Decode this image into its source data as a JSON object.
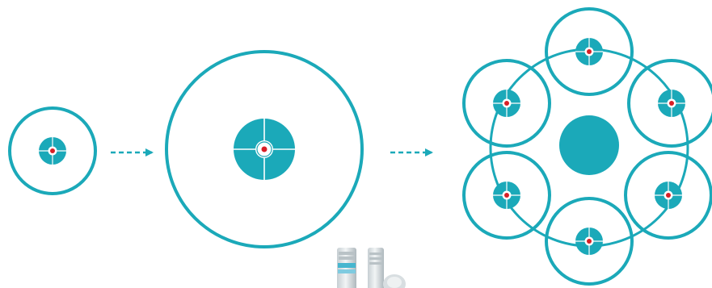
{
  "colors": {
    "teal": "#1ba9b9",
    "marker": "#d81f26",
    "background": "#ffffff",
    "equipment_light": "#e6eaec",
    "equipment_shade": "#b9c2c6",
    "equipment_accent": "#46b6cf"
  },
  "icons": {
    "target": "crosshair-target-icon",
    "arrow": "dashed-right-arrow-icon",
    "hub": "filled-circle-icon",
    "equipment": "fiber-optic-connector-icon"
  },
  "stages": [
    {
      "name": "single-coverage-zone",
      "targets": 1
    },
    {
      "name": "enlarged-coverage-zone",
      "targets": 1
    },
    {
      "name": "multi-node-coverage-cluster",
      "targets": 6
    }
  ]
}
